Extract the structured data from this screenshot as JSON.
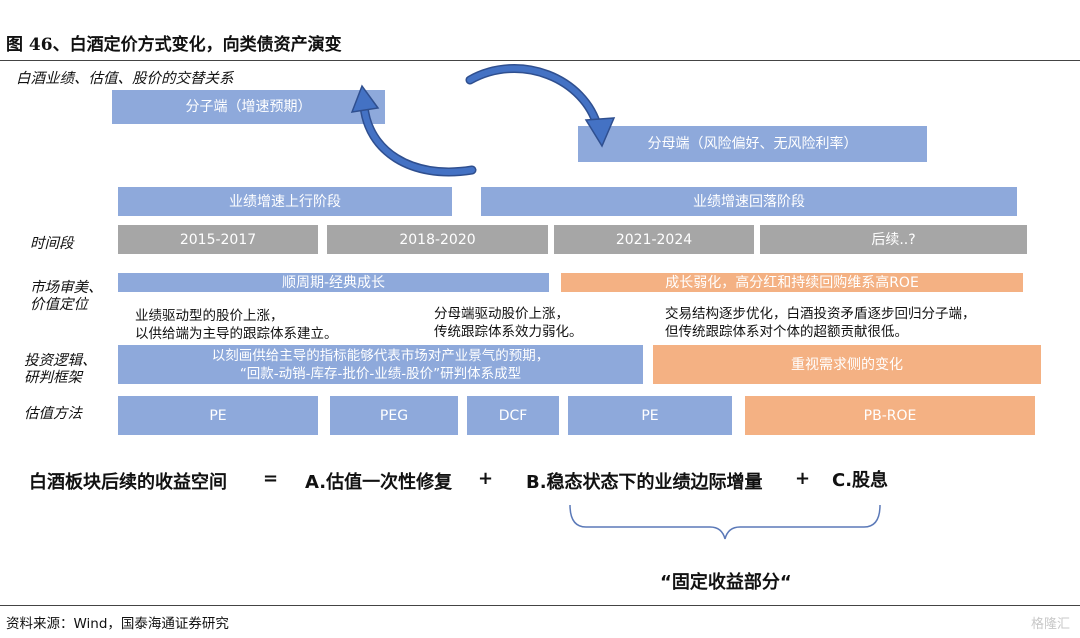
{
  "figure": {
    "title": "图 46、白酒定价方式变化，向类债资产演变",
    "source": "资料来源：Wind，国泰海通证券研究",
    "watermark": "格隆汇"
  },
  "row_labels": {
    "top": "白酒业绩、估值、股价的交替关系",
    "time": "时间段",
    "market": "市场审美、\n价值定位",
    "logic": "投资逻辑、\n研判框架",
    "valuation": "估值方法"
  },
  "top": {
    "numerator": "分子端（增速预期）",
    "denominator": "分母端（风险偏好、无风险利率）"
  },
  "phases": {
    "up": "业绩增速上行阶段",
    "down": "业绩增速回落阶段"
  },
  "periods": [
    "2015-2017",
    "2018-2020",
    "2021-2024",
    "后续..?"
  ],
  "market": {
    "cyclical": "顺周期-经典成长",
    "weakening": "成长弱化，高分红和持续回购维系高ROE"
  },
  "notes": {
    "n1": "业绩驱动型的股价上涨，\n以供给端为主导的跟踪体系建立。",
    "n2": "分母端驱动股价上涨，\n传统跟踪体系效力弱化。",
    "n3": "交易结构逐步优化，白酒投资矛盾逐步回归分子端，\n但传统跟踪体系对个体的超额贡献很低。"
  },
  "logic": {
    "left": "以刻画供给主导的指标能够代表市场对产业景气的预期，\n“回款-动销-库存-批价-业绩-股价”研判体系成型",
    "right": "重视需求侧的变化"
  },
  "valuation": [
    "PE",
    "PEG",
    "DCF",
    "PE",
    "PB-ROE"
  ],
  "formula": {
    "lhs": "白酒板块后续的收益空间",
    "eq": "=",
    "a": "A.估值一次性修复",
    "plus1": "+",
    "b": "B.稳态状态下的业绩边际增量",
    "plus2": "+",
    "c": "C.股息",
    "fixed": "“固定收益部分“"
  },
  "colors": {
    "blue": "#8EA9DB",
    "gray": "#A6A6A6",
    "orange": "#F4B183",
    "arrow": "#4472C4"
  }
}
